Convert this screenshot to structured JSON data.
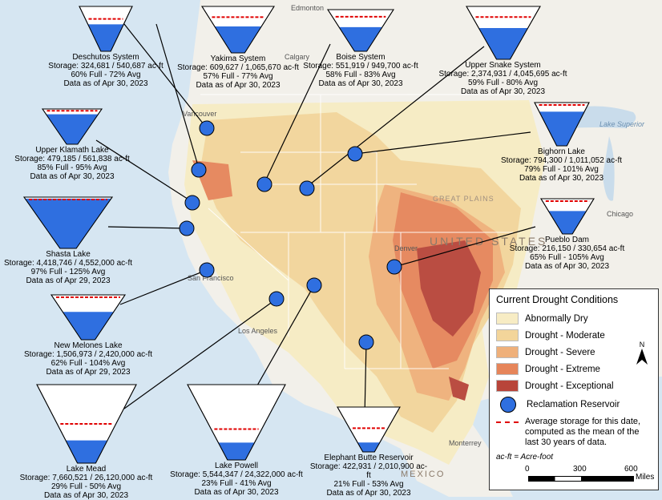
{
  "map_labels": {
    "edmonton": "Edmonton",
    "calgary": "Calgary",
    "vancouver": "Vancouver",
    "lake_superior": "Lake\nSuperior",
    "great_plains": "GREAT PLAINS",
    "chicago": "Chicago",
    "denver": "Denver",
    "united_states": "UNITED STATES",
    "san_francisco": "San Francisco",
    "los_angeles": "Los Angeles",
    "monterrey": "Monterrey",
    "mexico": "MEXICO"
  },
  "reservoirs": [
    {
      "name": "Deschutos System",
      "storage": "Storage: 324,681 / 540,687 ac-ft",
      "pct": "60% Full - 72% Avg",
      "date": "Data as of Apr 30, 2023",
      "fill": 0.6,
      "avg": 0.72
    },
    {
      "name": "Yakima System",
      "storage": "Storage: 609,627 / 1,065,670 ac-ft",
      "pct": "57% Full - 77% Avg",
      "date": "Data as of Apr 30, 2023",
      "fill": 0.57,
      "avg": 0.77
    },
    {
      "name": "Boise System",
      "storage": "Storage: 551,919 / 949,700 ac-ft",
      "pct": "58% Full - 83% Avg",
      "date": "Data as of Apr 30, 2023",
      "fill": 0.58,
      "avg": 0.83
    },
    {
      "name": "Upper Snake System",
      "storage": "Storage: 2,374,931 / 4,045,695 ac-ft",
      "pct": "59% Full - 80% Avg",
      "date": "Data as of Apr 30, 2023",
      "fill": 0.59,
      "avg": 0.8
    },
    {
      "name": "Upper Klamath Lake",
      "storage": "Storage: 479,185 / 561,838 ac-ft",
      "pct": "85% Full - 95% Avg",
      "date": "Data as of Apr 30, 2023",
      "fill": 0.85,
      "avg": 0.95
    },
    {
      "name": "Bighorn Lake",
      "storage": "Storage: 794,300 / 1,011,052 ac-ft",
      "pct": "79% Full - 101% Avg",
      "date": "Data as of Apr 30, 2023",
      "fill": 0.79,
      "avg": 1.01
    },
    {
      "name": "Shasta Lake",
      "storage": "Storage: 4,418,746 / 4,552,000 ac-ft",
      "pct": "97% Full - 125% Avg",
      "date": "Data as of Apr 29, 2023",
      "fill": 0.97,
      "avg": 1.25
    },
    {
      "name": "Pueblo Dam",
      "storage": "Storage: 216,150 / 330,654 ac-ft",
      "pct": "65% Full - 105% Avg",
      "date": "Data as of Apr 30, 2023",
      "fill": 0.65,
      "avg": 1.05
    },
    {
      "name": "New Melones Lake",
      "storage": "Storage: 1,506,973 / 2,420,000 ac-ft",
      "pct": "62% Full - 104% Avg",
      "date": "Data as of Apr 29, 2023",
      "fill": 0.62,
      "avg": 1.04
    },
    {
      "name": "Lake Mead",
      "storage": "Storage: 7,660,521 / 26,120,000 ac-ft",
      "pct": "29% Full - 50% Avg",
      "date": "Data as of Apr 30, 2023",
      "fill": 0.29,
      "avg": 0.5
    },
    {
      "name": "Lake Powell",
      "storage": "Storage: 5,544,347 / 24,322,000 ac-ft",
      "pct": "23% Full - 41% Avg",
      "date": "Data as of Apr 30, 2023",
      "fill": 0.23,
      "avg": 0.41
    },
    {
      "name": "Elephant Butte Reservoir",
      "storage": "Storage: 422,931 / 2,010,900 ac-ft",
      "pct": "21% Full - 53% Avg",
      "date": "Data as of Apr 30, 2023",
      "fill": 0.21,
      "avg": 0.53
    }
  ],
  "legend": {
    "title": "Current Drought Conditions",
    "items": [
      {
        "label": "Abnormally Dry",
        "color": "#f7ecc4"
      },
      {
        "label": "Drought - Moderate",
        "color": "#f3d59a"
      },
      {
        "label": "Drought - Severe",
        "color": "#efb07a"
      },
      {
        "label": "Drought - Extreme",
        "color": "#e6855a"
      },
      {
        "label": "Drought - Exceptional",
        "color": "#b8453a"
      }
    ],
    "reservoir_label": "Reclamation Reservoir",
    "average_label": "Average storage for this date,\ncomputed as the mean of the\nlast 30 years of data.",
    "note": "ac-ft = Acre-foot",
    "scale_ticks": [
      "0",
      "300",
      "600"
    ],
    "scale_unit": "Miles",
    "north": "N"
  },
  "colors": {
    "water": "#2f6fe0",
    "average_line": "#e00000",
    "ocean": "#d6e6f2",
    "land": "#f2f0ea"
  }
}
